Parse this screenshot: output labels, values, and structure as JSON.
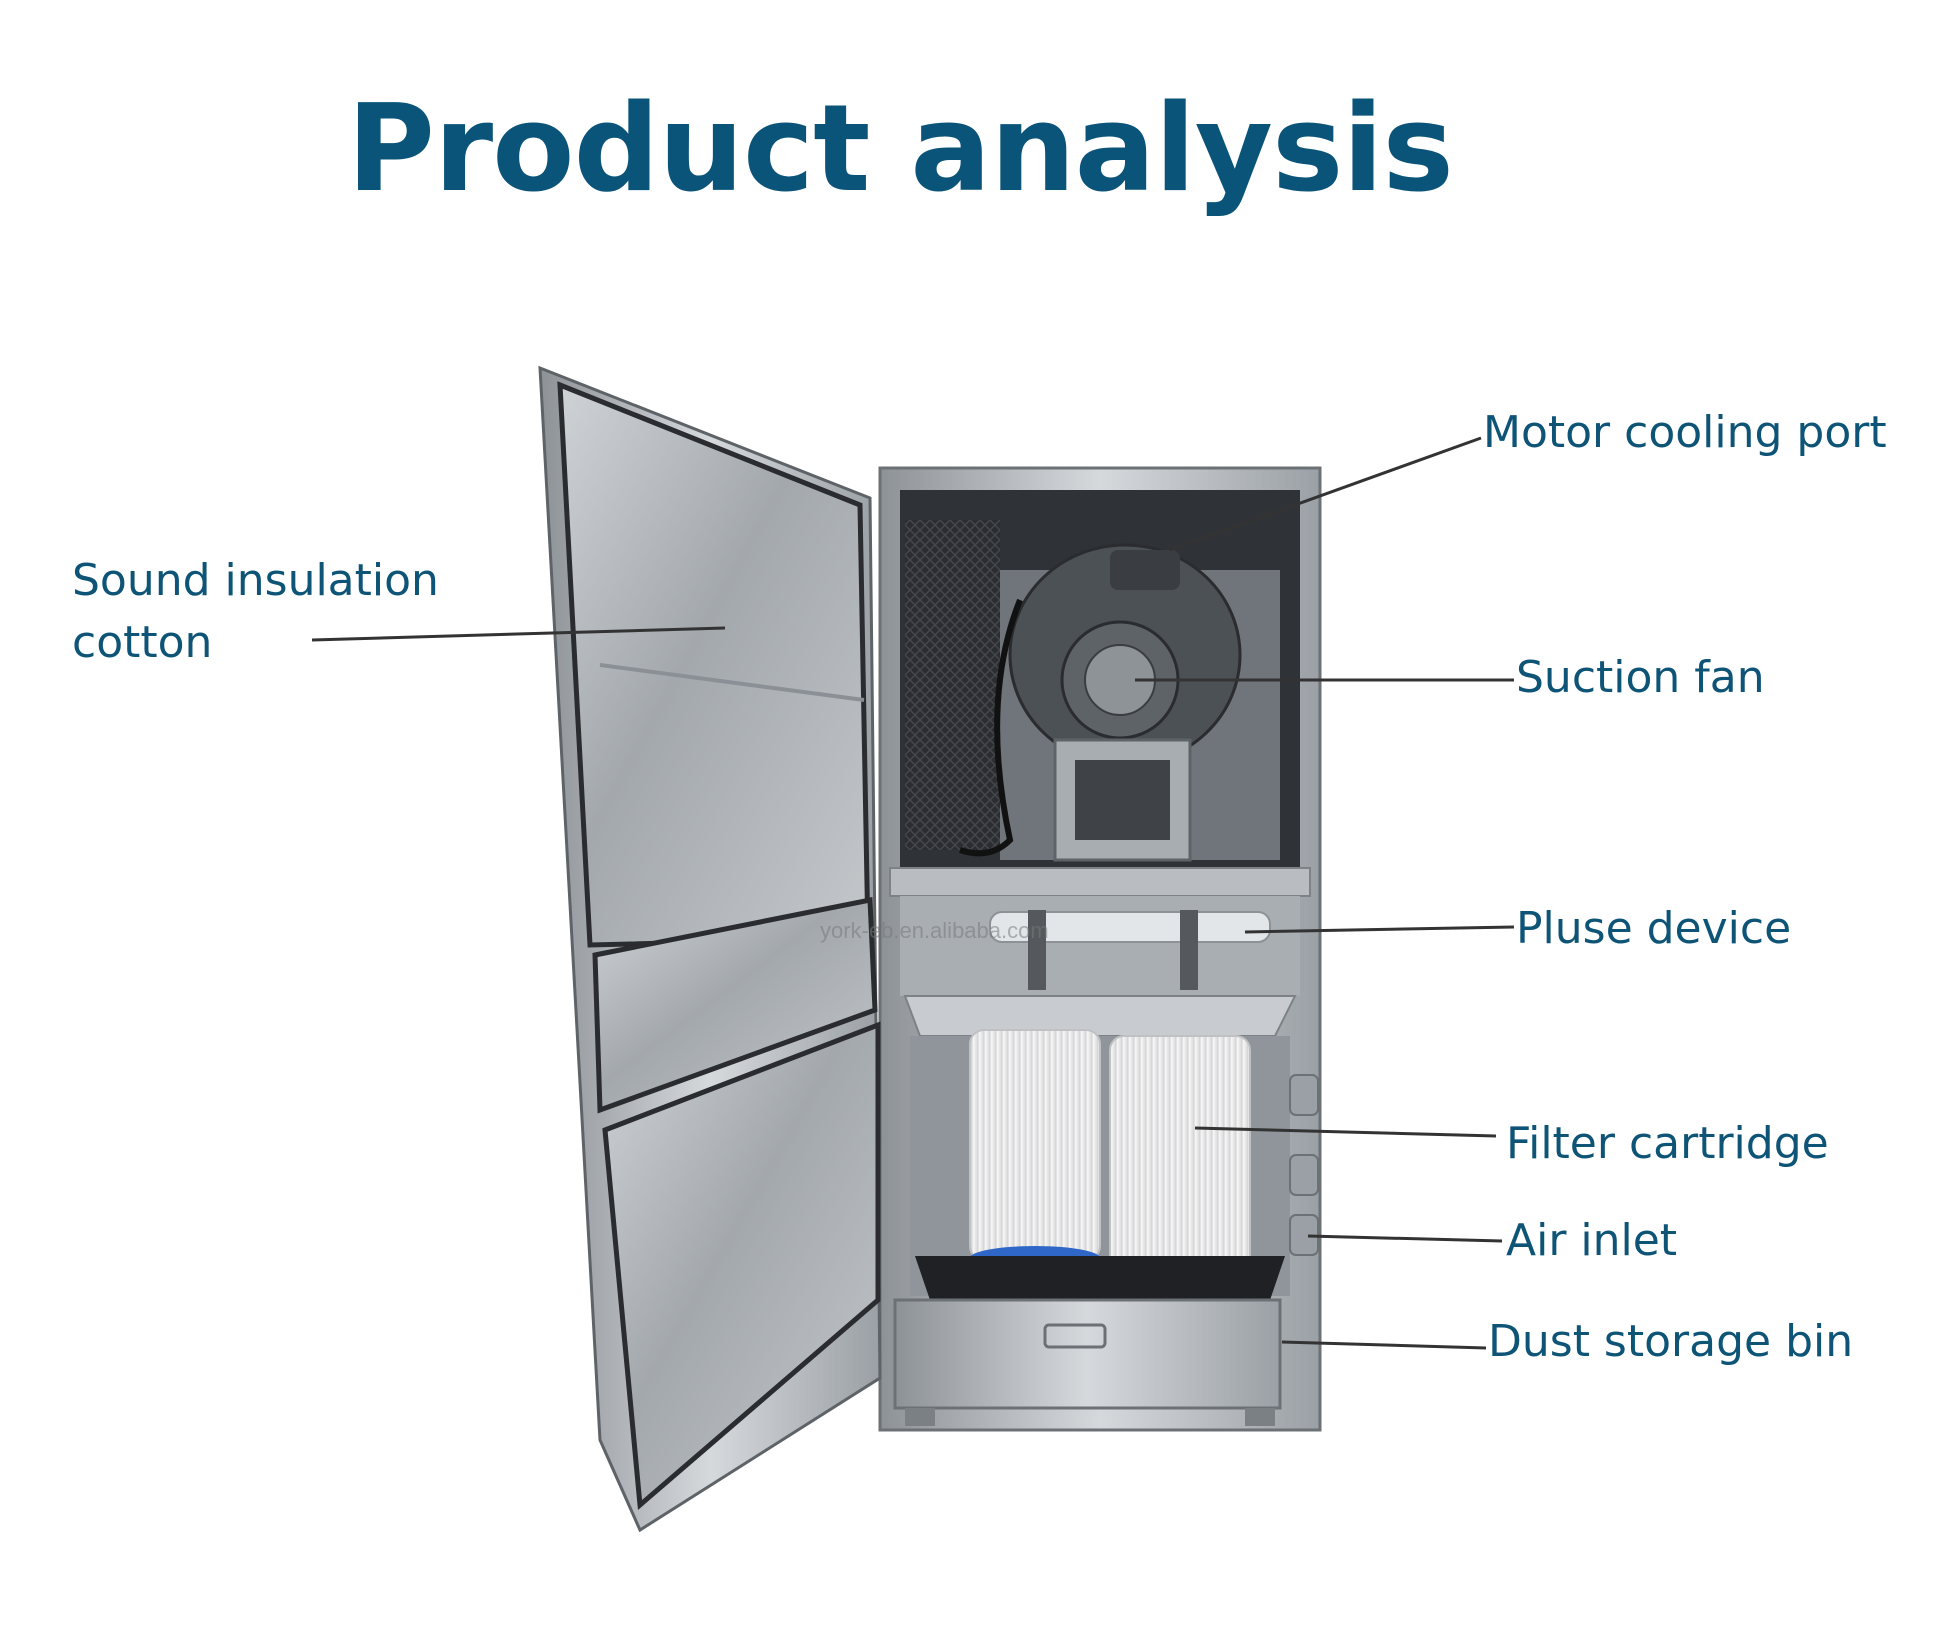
{
  "title": "Product analysis",
  "colors": {
    "title": "#0a5479",
    "label": "#0e5476",
    "leader": "#333333"
  },
  "labels": {
    "sound_insulation": [
      "Sound insulation",
      "cotton"
    ],
    "motor_cooling_port": "Motor cooling port",
    "suction_fan": "Suction fan",
    "pluse_device": "Pluse device",
    "filter_cartridge": "Filter cartridge",
    "air_inlet": "Air inlet",
    "dust_storage_bin": "Dust storage bin"
  },
  "watermark": "york-eb.en.alibaba.com"
}
